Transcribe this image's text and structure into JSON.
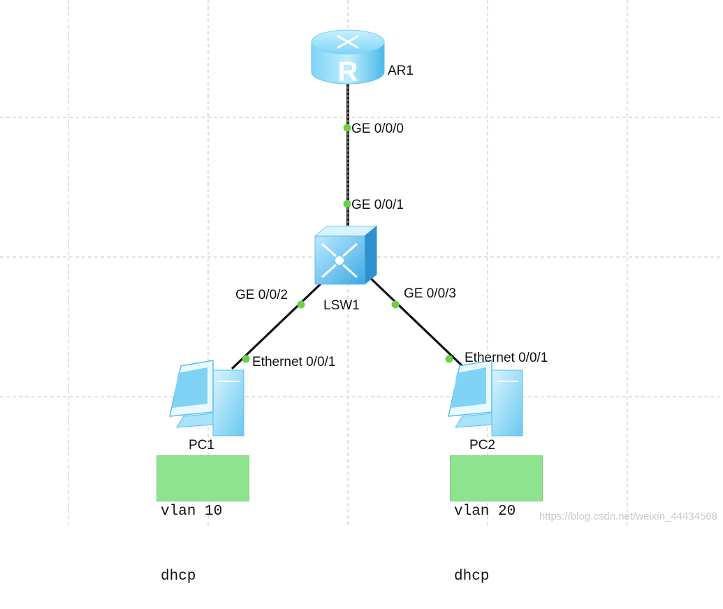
{
  "devices": {
    "router": {
      "name": "AR1",
      "icon": "router-icon"
    },
    "switch": {
      "name": "LSW1",
      "icon": "switch-icon"
    },
    "pc1": {
      "name": "PC1",
      "icon": "pc-icon"
    },
    "pc2": {
      "name": "PC2",
      "icon": "pc-icon"
    }
  },
  "ports": {
    "ar1_ge": "GE 0/0/0",
    "lsw_up": "GE 0/0/1",
    "lsw_pc1": "GE 0/0/2",
    "lsw_pc2": "GE 0/0/3",
    "pc1_eth": "Ethernet 0/0/1",
    "pc2_eth": "Ethernet 0/0/1"
  },
  "notes": {
    "pc1": {
      "line1": "vlan 10",
      "line2": "dhcp"
    },
    "pc2": {
      "line1": "vlan 20",
      "line2": "dhcp"
    }
  },
  "colors": {
    "grid": "#cfcfcf",
    "link": "#111111",
    "port_dot": "#6ad04a",
    "note_bg": "#8ee38e",
    "device_blue": "#5cc6f2"
  },
  "watermark": "https://blog.csdn.net/weixin_44434568"
}
